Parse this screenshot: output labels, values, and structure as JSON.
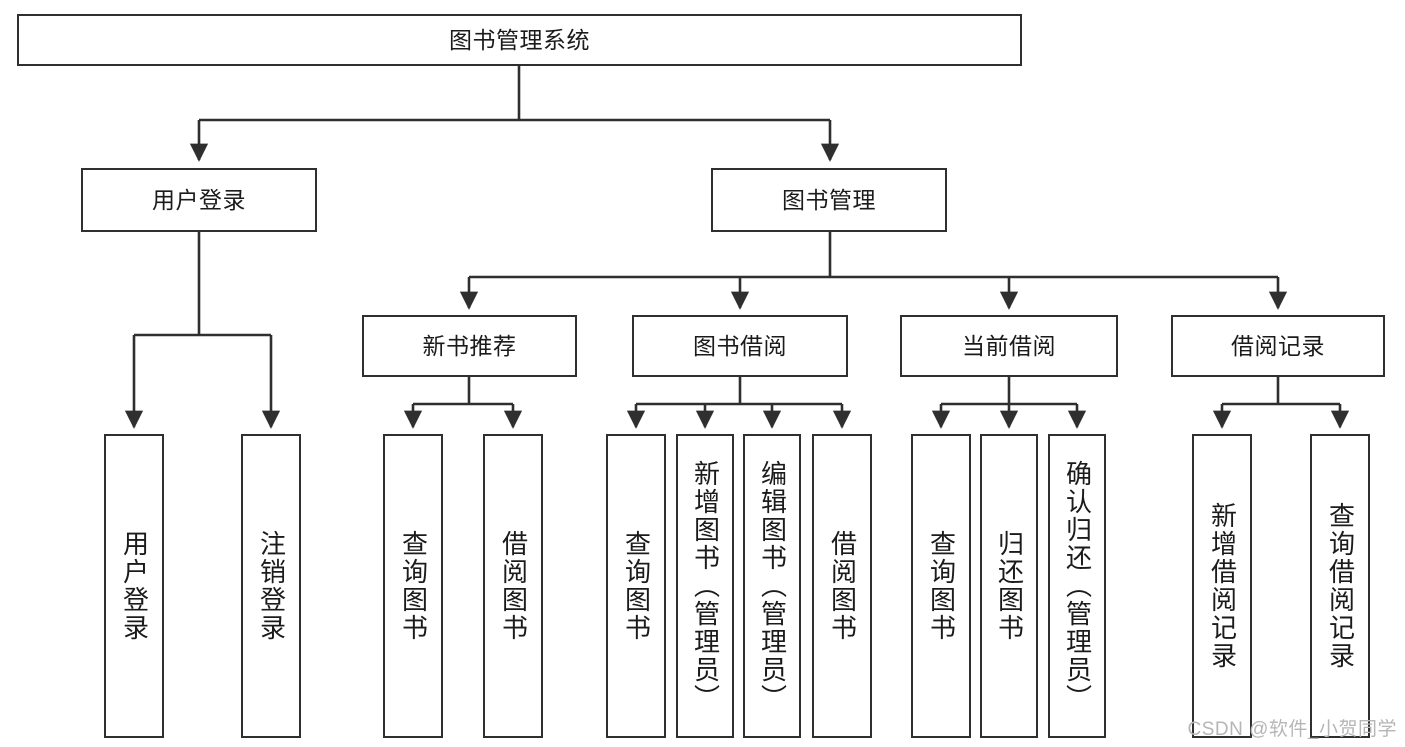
{
  "diagram": {
    "type": "tree",
    "title": "图书管理系统",
    "colors": {
      "box_border": "#2f2f2f",
      "box_fill": "#ffffff",
      "edge": "#2f2f2f",
      "text": "#1b1b1b",
      "watermark": "#b6b6b6",
      "background": "#ffffff"
    },
    "watermark": "CSDN @软件_小贺同学",
    "nodes": {
      "root": {
        "label": "图书管理系统"
      },
      "l2": [
        {
          "label": "用户登录"
        },
        {
          "label": "图书管理"
        }
      ],
      "l3": [
        {
          "label": "新书推荐"
        },
        {
          "label": "图书借阅"
        },
        {
          "label": "当前借阅"
        },
        {
          "label": "借阅记录"
        }
      ],
      "leaves": {
        "user_login": [
          {
            "label": "用户登录"
          },
          {
            "label": "注销登录"
          }
        ],
        "new_books": [
          {
            "label": "查询图书"
          },
          {
            "label": "借阅图书"
          }
        ],
        "book_borrow": [
          {
            "label": "查询图书"
          },
          {
            "label": "新增图书（管理员）"
          },
          {
            "label": "编辑图书（管理员）"
          },
          {
            "label": "借阅图书"
          }
        ],
        "current_borrow": [
          {
            "label": "查询图书"
          },
          {
            "label": "归还图书"
          },
          {
            "label": "确认归还（管理员）"
          }
        ],
        "borrow_records": [
          {
            "label": "新增借阅记录"
          },
          {
            "label": "查询借阅记录"
          }
        ]
      }
    }
  }
}
